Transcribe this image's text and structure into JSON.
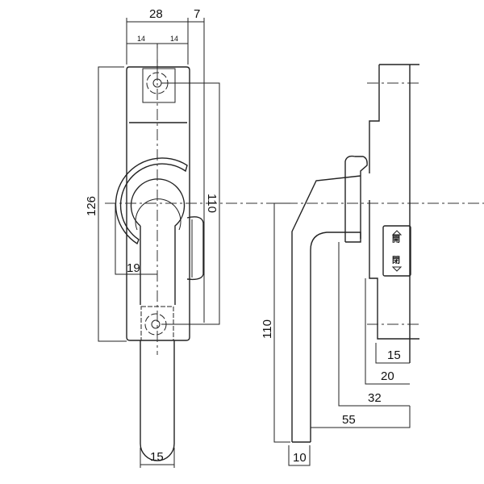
{
  "front_view": {
    "dims": {
      "width": "28",
      "offset": "7",
      "half_left": "14",
      "half_right": "14",
      "height": "126",
      "screw_pitch": "110",
      "radius_offset": "19",
      "handle_width": "15"
    }
  },
  "side_view": {
    "dims": {
      "height": "110",
      "d15": "15",
      "d20": "20",
      "d32": "32",
      "d55": "55",
      "thickness": "10"
    },
    "label_plate": {
      "open": "開",
      "close": "閉"
    }
  },
  "colors": {
    "line": "#222222",
    "background": "#ffffff"
  }
}
